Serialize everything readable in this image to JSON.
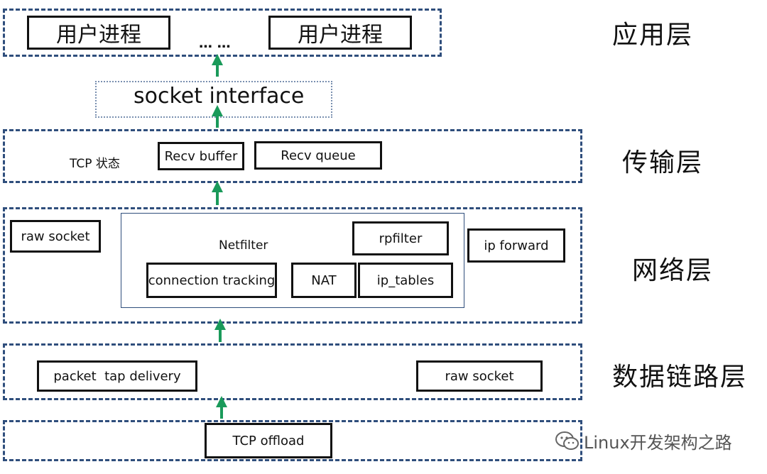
{
  "application_layer": {
    "process_1": "用户进程",
    "ellipsis": "… …",
    "process_2": "用户进程",
    "label": "应用层"
  },
  "socket_interface": "socket interface",
  "transport_layer": {
    "tcp_state": "TCP 状态",
    "recv_buffer": "Recv buffer",
    "recv_queue": "Recv queue",
    "label": "传输层"
  },
  "network_layer": {
    "raw_socket": "raw socket",
    "netfilter": "Netfilter",
    "rpfilter": "rpfilter",
    "connection_tracking": "connection tracking",
    "nat": "NAT",
    "ip_tables": "ip_tables",
    "ip_forward": "ip forward",
    "label": "网络层"
  },
  "datalink_layer": {
    "packet_tap_delivery": "packet  tap delivery",
    "raw_socket": "raw socket",
    "label": "数据链路层"
  },
  "nic_layer": {
    "tcp_offload": "TCP offload"
  },
  "watermark": {
    "text": "Linux开发架构之路"
  },
  "colors": {
    "layer_border": "#2f4e7c",
    "arrow": "#1a9a5a",
    "box_border": "#111111"
  }
}
